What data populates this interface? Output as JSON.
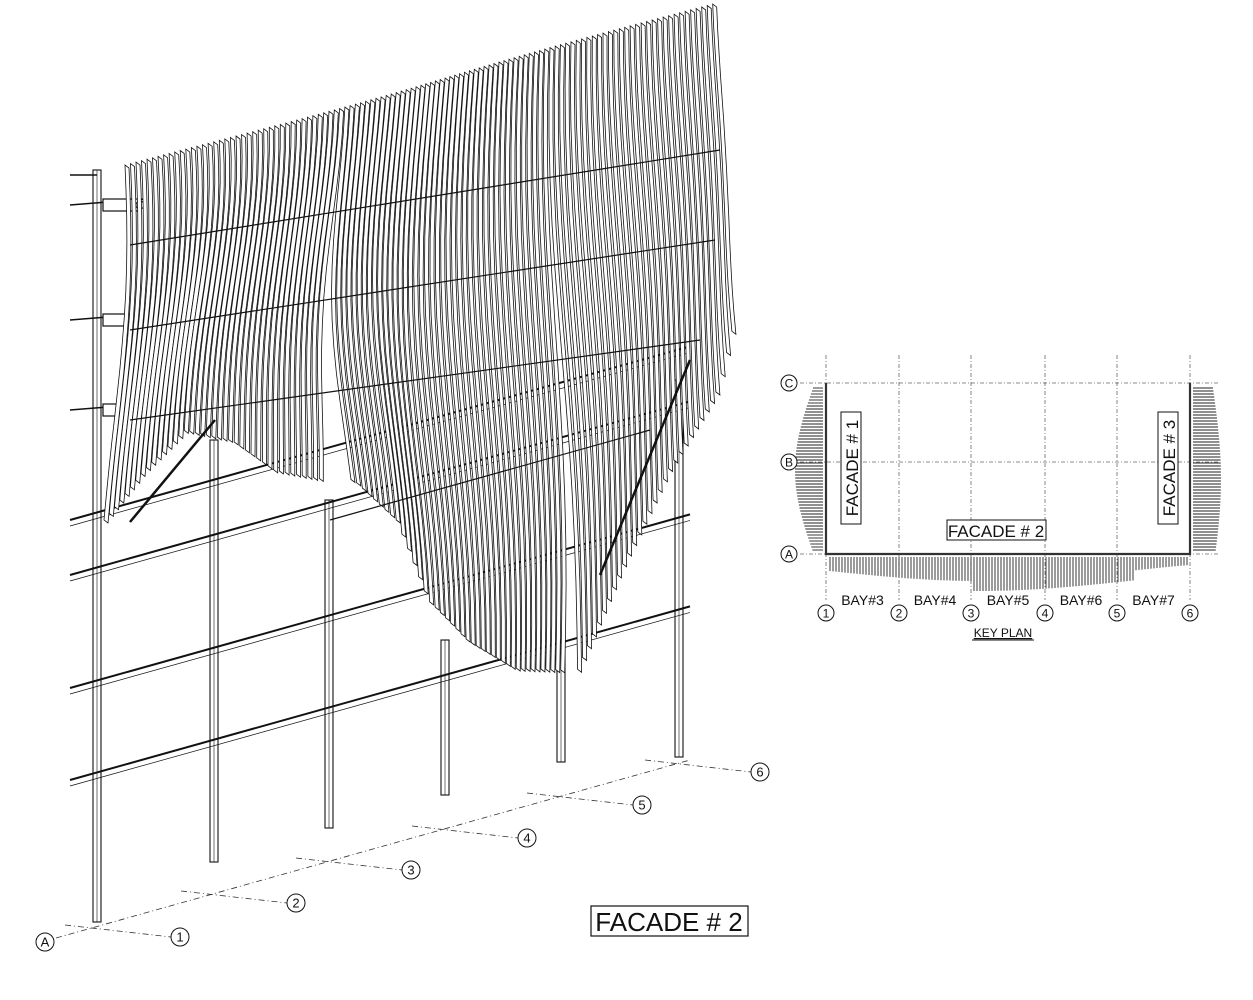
{
  "elevation": {
    "title": "FACADE # 2",
    "grid_row_label": "A",
    "grid_columns": [
      "1",
      "2",
      "3",
      "4",
      "5",
      "6"
    ]
  },
  "key_plan": {
    "title": "KEY PLAN",
    "rows": [
      "C",
      "B",
      "A"
    ],
    "columns": [
      "1",
      "2",
      "3",
      "4",
      "5",
      "6"
    ],
    "bays": [
      "BAY#3",
      "BAY#4",
      "BAY#5",
      "BAY#6",
      "BAY#7"
    ],
    "facade_labels": [
      "FACADE # 1",
      "FACADE # 2",
      "FACADE # 3"
    ]
  },
  "colors": {
    "ink": "#111111",
    "grid": "#555555"
  }
}
